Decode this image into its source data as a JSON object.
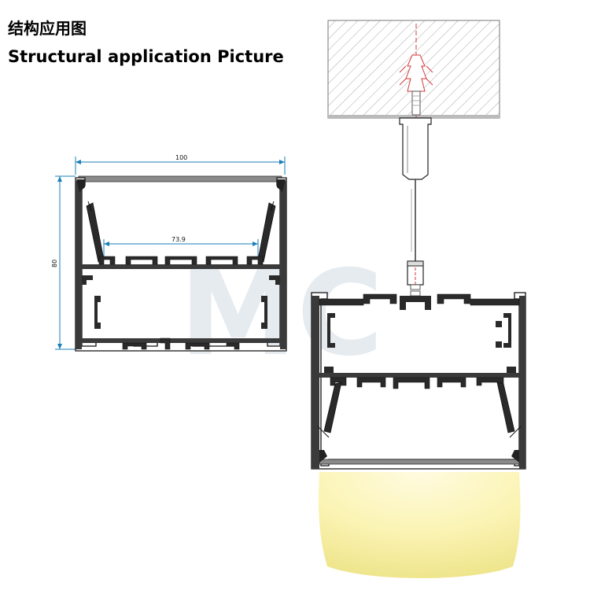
{
  "header": {
    "title_cn": "结构应用图",
    "title_en": "Structural application Picture"
  },
  "dimensions": {
    "width": "100",
    "inner_width": "73.9",
    "height": "80"
  },
  "watermark": {
    "text": "MC"
  },
  "colors": {
    "profile": "#111111",
    "profile_fill": "#4a4a4a",
    "diffuser": "#8a8a8a",
    "dimension_line": "#1a7fb8",
    "ceiling_hatch": "#999999",
    "centerline": "#d43a3a",
    "light_inner": "#fff6b8",
    "light_outer": "#f2ec9a"
  }
}
